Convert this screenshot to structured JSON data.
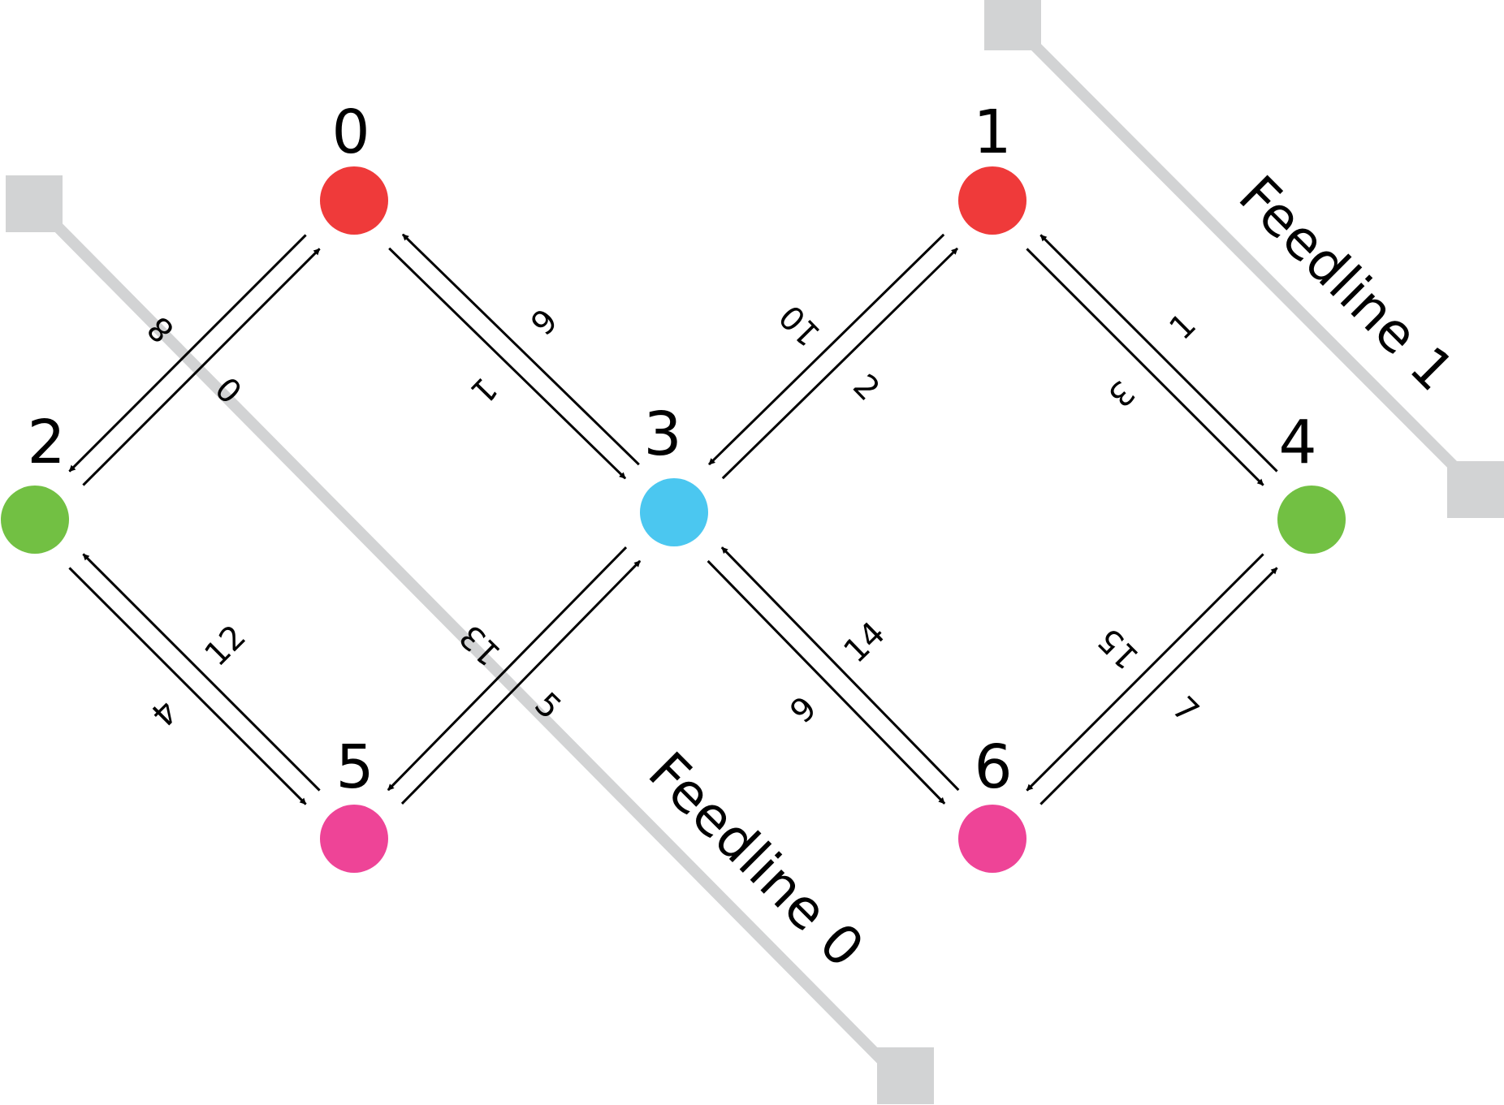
{
  "colors": {
    "red": "#ef3a3a",
    "green": "#72c043",
    "blue": "#4bc7f0",
    "pink": "#ee4497",
    "feedline": "#d2d3d4",
    "edge": "#000000"
  },
  "nodes": [
    {
      "id": "0",
      "label": "0",
      "color": "red"
    },
    {
      "id": "1",
      "label": "1",
      "color": "red"
    },
    {
      "id": "2",
      "label": "2",
      "color": "green"
    },
    {
      "id": "3",
      "label": "3",
      "color": "blue"
    },
    {
      "id": "4",
      "label": "4",
      "color": "green"
    },
    {
      "id": "5",
      "label": "5",
      "color": "pink"
    },
    {
      "id": "6",
      "label": "6",
      "color": "pink"
    }
  ],
  "edges": [
    {
      "from": "2",
      "to": "0",
      "label": "0"
    },
    {
      "from": "0",
      "to": "3",
      "label": "1"
    },
    {
      "from": "3",
      "to": "1",
      "label": "2"
    },
    {
      "from": "1",
      "to": "4",
      "label": "3"
    },
    {
      "from": "2",
      "to": "5",
      "label": "4"
    },
    {
      "from": "5",
      "to": "3",
      "label": "5"
    },
    {
      "from": "3",
      "to": "6",
      "label": "6"
    },
    {
      "from": "6",
      "to": "4",
      "label": "7"
    },
    {
      "from": "0",
      "to": "2",
      "label": "8"
    },
    {
      "from": "3",
      "to": "0",
      "label": "9"
    },
    {
      "from": "1",
      "to": "3",
      "label": "10"
    },
    {
      "from": "4",
      "to": "1",
      "label": "1"
    },
    {
      "from": "5",
      "to": "2",
      "label": "12"
    },
    {
      "from": "3",
      "to": "5",
      "label": "13"
    },
    {
      "from": "6",
      "to": "3",
      "label": "14"
    },
    {
      "from": "4",
      "to": "6",
      "label": "15"
    }
  ],
  "feedlines": [
    {
      "id": "feedline-0",
      "label": "Feedline 0"
    },
    {
      "id": "feedline-1",
      "label": "Feedline 1"
    }
  ]
}
